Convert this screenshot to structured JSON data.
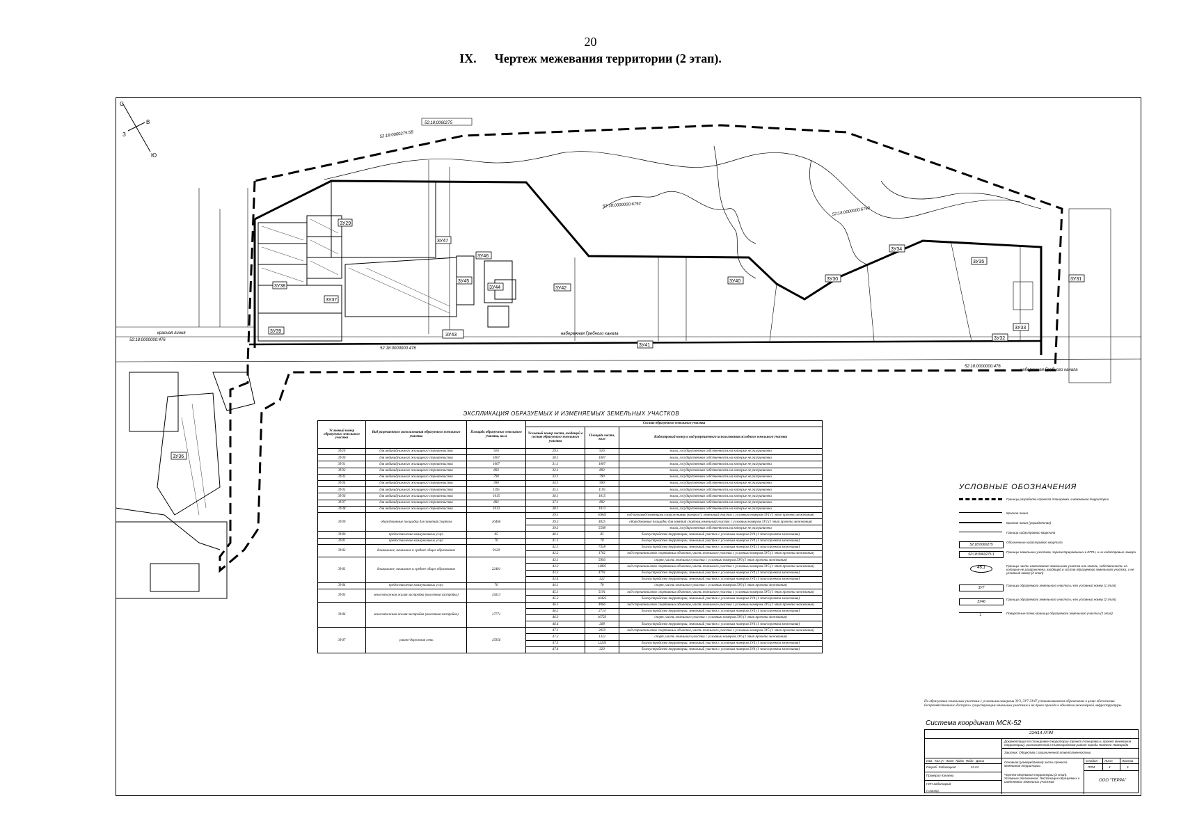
{
  "page": {
    "number": "20",
    "section_num": "IX.",
    "section_title": "Чертеж межевания территории (2 этап)."
  },
  "compass": {
    "n": "С",
    "s": "Ю",
    "e": "В",
    "w": "З"
  },
  "map_labels": {
    "red_line": "красная линия",
    "embankment": "набережная Гребного канала",
    "cad1": "52:18:0060275:58",
    "cad2": "52:18:0060275",
    "cad3": "52:18:0000000:476",
    "cad4": "52:18:0000000:476",
    "cad5": "52:18:0000000:476",
    "cad6": "52:18:0000000:6792",
    "cad7": "52:18:0000000:6790"
  },
  "parcels": [
    "3У29",
    "3У30",
    "3У31",
    "3У32",
    "3У33",
    "3У34",
    "3У35",
    "3У36",
    "3У37",
    "3У38",
    "3У39",
    "3У40",
    "3У41",
    "3У42",
    "3У43",
    "3У44",
    "3У45",
    "3У46",
    "3У47"
  ],
  "explication": {
    "title": "ЭКСПЛИКАЦИЯ ОБРАЗУЕМЫХ И ИЗМЕНЯЕМЫХ ЗЕМЕЛЬНЫХ УЧАСТКОВ",
    "headers": {
      "h1": "Условный номер образуемого земельного участка",
      "h2": "Вид разрешенного использования образуемого земельного участка",
      "h3": "Площадь образуемого земельного участка, кв.м",
      "h4": "Состав образуемого земельного участка",
      "h5": "Условный номер части, входящей в состав образуемого земельного участка",
      "h6": "Площадь части, кв.м",
      "h7": "Кадастровый номер и вид разрешенного использования исходного земельного участка"
    },
    "rows": [
      {
        "id": "3У29",
        "use": "для индивидуального жилищного строительства",
        "area": "916",
        "parts": [
          [
            "29.1",
            "916",
            "земли, государственная собственность на которые не разграничена"
          ]
        ]
      },
      {
        "id": "3У30",
        "use": "для индивидуального жилищного строительства",
        "area": "1007",
        "parts": [
          [
            "30.1",
            "1007",
            "земли, государственная собственность на которые не разграничена"
          ]
        ]
      },
      {
        "id": "3У31",
        "use": "для индивидуального жилищного строительства",
        "area": "1007",
        "parts": [
          [
            "31.1",
            "1007",
            "земли, государственная собственность на которые не разграничена"
          ]
        ]
      },
      {
        "id": "3У32",
        "use": "для индивидуального жилищного строительства",
        "area": "893",
        "parts": [
          [
            "32.1",
            "893",
            "земли, государственная собственность на которые не разграничена"
          ]
        ]
      },
      {
        "id": "3У33",
        "use": "для индивидуального жилищного строительства",
        "area": "790",
        "parts": [
          [
            "33.1",
            "790",
            "земли, государственная собственность на которые не разграничена"
          ]
        ]
      },
      {
        "id": "3У34",
        "use": "для индивидуального жилищного строительства",
        "area": "990",
        "parts": [
          [
            "34.1",
            "990",
            "земли, государственная собственность на которые не разграничена"
          ]
        ]
      },
      {
        "id": "3У35",
        "use": "для индивидуального жилищного строительства",
        "area": "1195",
        "parts": [
          [
            "35.1",
            "1195",
            "земли, государственная собственность на которые не разграничена"
          ]
        ]
      },
      {
        "id": "3У36",
        "use": "для индивидуального жилищного строительства",
        "area": "1015",
        "parts": [
          [
            "36.1",
            "1015",
            "земли, государственная собственность на которые не разграничена"
          ]
        ]
      },
      {
        "id": "3У37",
        "use": "для индивидуального жилищного строительства",
        "area": "892",
        "parts": [
          [
            "37.1",
            "892",
            "земли, государственная собственность на которые не разграничена"
          ]
        ]
      },
      {
        "id": "3У38",
        "use": "для индивидуального жилищного строительства",
        "area": "1013",
        "parts": [
          [
            "38.1",
            "1013",
            "земли, государственная собственность на которые не разграничена"
          ]
        ]
      },
      {
        "id": "3У39",
        "use": "оборудованные площадки для занятий спортом",
        "area": "16466",
        "parts": [
          [
            "39.1",
            "10843",
            "под производственными сооружениями (котрол?), земельный участок с условным номером 3У1 (1 этап проекта межевания)"
          ],
          [
            "39.2",
            "4025",
            "оборудованные площадки для занятий спортом,земельный участок с условным номером 3У2 (1 этап проекта межевания)"
          ],
          [
            "39.3",
            "5598",
            "земли, государственная собственность на которые не разграничена"
          ]
        ]
      },
      {
        "id": "3У40",
        "use": "предоставление коммунальных услуг",
        "area": "85",
        "parts": [
          [
            "40.1",
            "85",
            "благоустройство территории, земельный участок с условным номером 3У4 (1 этап проекта межевания)"
          ]
        ]
      },
      {
        "id": "3У41",
        "use": "предоставление коммунальных услуг",
        "area": "70",
        "parts": [
          [
            "41.1",
            "70",
            "благоустройство территории, земельный участок с условным номером 3У4 (1 этап проекта межевания)"
          ]
        ]
      },
      {
        "id": "3У42",
        "use": "дошкольное, начальное и среднее общее образование",
        "area": "9120",
        "parts": [
          [
            "42.1",
            "7358",
            "благоустройство территории, земельный участок с условным номером 3У4 (1 этап проекта межевания)"
          ],
          [
            "42.2",
            "1762",
            "под строительство спортивных объектов, часть земельного участка с условным номером 3У5 (1 этап проекта межевания)"
          ]
        ]
      },
      {
        "id": "3У43",
        "use": "дошкольное, начальное и среднее общее образование",
        "area": "22401",
        "parts": [
          [
            "43.1",
            "5993",
            "спорт, часть земельного участка с условным номером 3У6 (1 этап проекта межевания)"
          ],
          [
            "43.2",
            "11895",
            "под строительство спортивных объектов, часть земельного участка с условным номером 3У5 (1 этап проекта межевания)"
          ],
          [
            "43.3",
            "4791",
            "благоустройство территории, земельный участок с условным номером 3У4 (1 этап проекта межевания)"
          ],
          [
            "43.4",
            "322",
            "благоустройство территории, земельный участок с условным номером 3У4 (1 этап проекта межевания)"
          ]
        ]
      },
      {
        "id": "3У44",
        "use": "предоставление коммунальных услуг",
        "area": "70",
        "parts": [
          [
            "44.1",
            "70",
            "спорт, часть земельного участка с условным номером 3У6 (1 этап проекта межевания)"
          ]
        ]
      },
      {
        "id": "3У45",
        "use": "многоэтажная жилая застройка (высотная застройка)",
        "area": "15613",
        "parts": [
          [
            "45.1",
            "5191",
            "под строительство спортивных объектов, часть земельного участка с условным номером 3У5 (1 этап проекта межевания)"
          ],
          [
            "45.2",
            "10422",
            "благоустройство территории, земельный участок с условным номером 3У4 (1 этап проекта межевания)"
          ]
        ]
      },
      {
        "id": "3У46",
        "use": "многоэтажная жилая застройка (высотная застройка)",
        "area": "17771",
        "parts": [
          [
            "46.1",
            "4066",
            "под строительство спортивных объектов, часть земельного участка с условным номером 3У5 (1 этап проекта межевания)"
          ],
          [
            "46.2",
            "2714",
            "благоустройство территории, земельный участок с условным номером 3У4 (1 этап проекта межевания)"
          ],
          [
            "46.3",
            "10723",
            "спорт, часть земельного участка с условным номером 3У6 (1 этап проекта межевания)"
          ],
          [
            "46.4",
            "268",
            "благоустройство территории, земельный участок с условным номером 3У4 (1 этап проекта межевания)"
          ]
        ]
      },
      {
        "id": "3У47",
        "use": "улично-дорожная сеть",
        "area": "15956",
        "parts": [
          [
            "47.1",
            "2059",
            "под строительство спортивных объектов, часть земельного участка с условным номером 3У5 (1 этап проекта межевания)"
          ],
          [
            "47.2",
            "1332",
            "спорт, часть земельного участка с условным номером 3У6 (1 этап проекта межевания)"
          ],
          [
            "47.3",
            "12245",
            "благоустройство территории, земельный участок с условным номером 3У4 (1 этап проекта межевания)"
          ],
          [
            "47.4",
            "320",
            "благоустройство территории, земельный участок с условным номером 3У4 (1 этап проекта межевания)"
          ]
        ]
      }
    ]
  },
  "legend": {
    "title": "УСЛОВНЫЕ ОБОЗНАЧЕНИЯ",
    "items": [
      {
        "text": "Границы разработки проекта планировки и межевания территории",
        "symbol": "dashed-thick"
      },
      {
        "text": "Красная линия",
        "symbol": "solid"
      },
      {
        "text": "Красная линия (упразднённая)",
        "symbol": "solid-thick"
      },
      {
        "text": "Граница кадастрового квартала",
        "symbol": "thin"
      },
      {
        "text": "Обозначение кадастрового квартала",
        "symbol": "label",
        "label": "52:18:0060275"
      },
      {
        "text": "Границы земельных участков, зарегистрированных в ЕГРН, и их кадастровые номера",
        "symbol": "label",
        "label": "52:18:0060275:1"
      },
      {
        "text": "Границы части изменяемого земельного участка или земель, собственность на которые не разграничена, входящей в состав образуемого земельного участка, и ее условный номер (2 этап)",
        "symbol": "ellipse",
        "label": "46.1"
      },
      {
        "text": "Границы образуемого земельного участка и его условный номер (1 этап)",
        "symbol": "box",
        "label": "3У7"
      },
      {
        "text": "Границы образуемого земельного участка и его условный номер (2 этап)",
        "symbol": "box",
        "label": "3У46"
      },
      {
        "text": "Поворотные точки границы образуемого земельного участка (2 этап)",
        "symbol": "point",
        "label": "1"
      }
    ]
  },
  "note": "По образуемым земельным участкам с условными номерами 3У3, 3У7-3У47 устанавливаются обременение в целях обеспечения беспрепятственного доступа к существующим земельным участкам и на право прохода к объектам инженерной инфраструктуры.",
  "coord_system": "Система координат МСК-52",
  "stamp": {
    "code": "22/614-ППМ",
    "desc1": "Документация по планировке территории (проект планировки и проект межевания территории), расположенной в Нижегородском районе города Нижнего Новгорода",
    "object": "Заказчик: Общество с ограниченной ответственностью",
    "sheet_title": "Основная (утверждаемая) часть проекта межевания территории",
    "stage_h": "Стадия",
    "sheet_h": "Лист",
    "sheets_h": "Листов",
    "stage": "ППМ",
    "sheet": "4",
    "sheets": "5",
    "drawing": "Чертеж межевания территории (2 этап). Условные обозначения. Экспликация образуемых и изменяемых земельных участков",
    "company": "ООО \"ТЕРРА\"",
    "roles": [
      "Изм.",
      "Кол.уч",
      "Лист",
      "№док",
      "Подп.",
      "Дата"
    ],
    "dev": "Разраб.",
    "dev_name": "Заболоцкий",
    "check": "Проверил",
    "check_name": "Канаева",
    "gip": "ГИП",
    "gip_name": "Заболоцкий",
    "norm": "Н.контр.",
    "date": "12.24"
  }
}
